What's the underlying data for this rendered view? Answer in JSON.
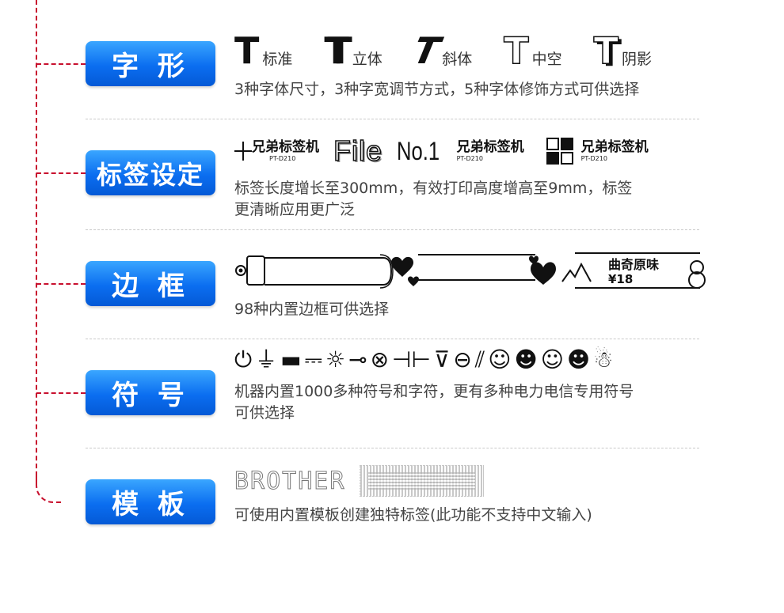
{
  "sections": [
    {
      "label": "字 形",
      "desc": [
        "3种字体尺寸，3种字宽调节方式，5种字体修饰方式可供选择"
      ],
      "font_styles": [
        {
          "glyph": "T",
          "caption": "标准"
        },
        {
          "glyph": "T",
          "caption": "立体"
        },
        {
          "glyph": "T",
          "caption": "斜体"
        },
        {
          "glyph": "T",
          "caption": "中空"
        },
        {
          "glyph": "T",
          "caption": "阴影"
        }
      ]
    },
    {
      "label": "标签设定",
      "desc": [
        "标签长度增长至300mm，有效打印高度增高至9mm，标签",
        "更清晰应用更广泛"
      ],
      "samples": {
        "brand_text": "兄弟标签机",
        "model_text": "PT-D210",
        "file_text": "File",
        "no_text": "No.1"
      }
    },
    {
      "label": "边 框",
      "desc": [
        "98种内置边框可供选择"
      ],
      "frame_text": {
        "line1": "曲奇原味",
        "line2": "¥18"
      }
    },
    {
      "label": "符 号",
      "desc": [
        "机器内置1000多种符号和字符，更有多种电力电信专用符号",
        "可供选择"
      ],
      "symbols": [
        "⏻",
        "⏚",
        "▬",
        "⎓",
        "☼",
        "⊸",
        "⊗",
        "⊣⊢",
        "⊽",
        "⊖",
        "⫽",
        "☺",
        "☻",
        "☺",
        "☻",
        "☃"
      ]
    },
    {
      "label": "模 板",
      "desc": [
        "可使用内置模板创建独特标签(此功能不支持中文输入)"
      ],
      "template_text": "BROTHER"
    }
  ],
  "colors": {
    "accent": "#0b6ef0",
    "connector": "#c8102e"
  }
}
